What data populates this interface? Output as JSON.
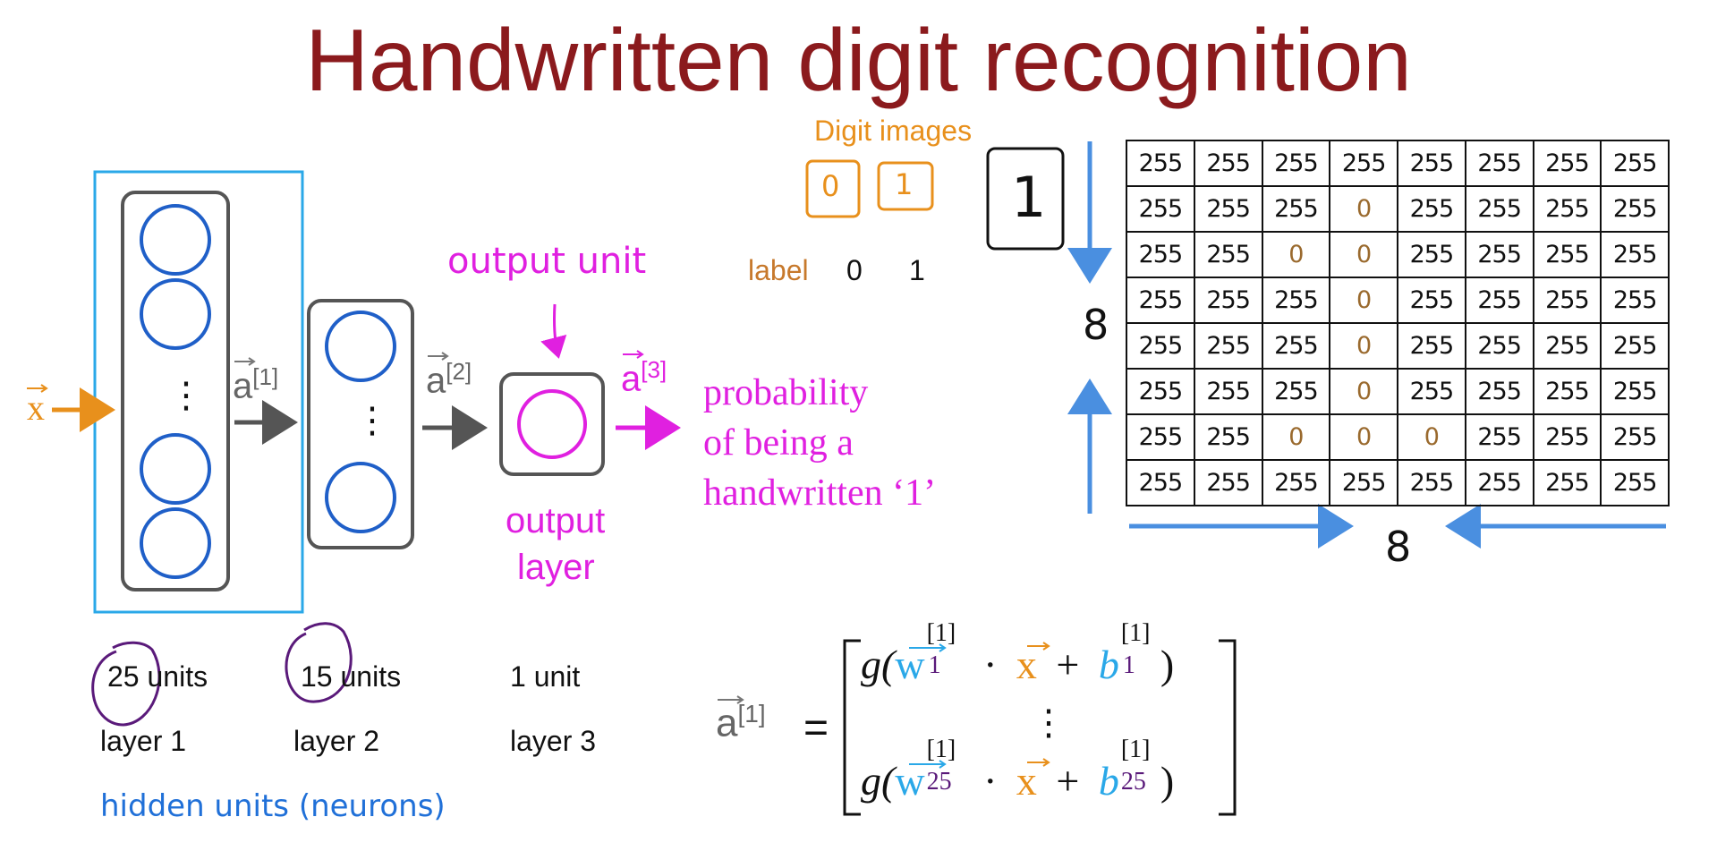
{
  "title": "Handwritten digit recognition",
  "network": {
    "input_label": "x",
    "activations": [
      "a",
      "a",
      "a"
    ],
    "activation_superscripts": [
      "[1]",
      "[2]",
      "[3]"
    ],
    "dots": "⋮",
    "output_unit_label": "output unit",
    "output_layer_label_line1": "output",
    "output_layer_label_line2": "layer",
    "probability_lines": [
      "probability",
      "of being a",
      "handwritten ‘1’"
    ],
    "layers": [
      {
        "units": "25 units",
        "name": "layer 1"
      },
      {
        "units": "15 units",
        "name": "layer 2"
      },
      {
        "units": "1 unit",
        "name": "layer 3"
      }
    ],
    "hidden_note": "hidden units (neurons)"
  },
  "digits": {
    "title": "Digit images",
    "examples": [
      "0",
      "1"
    ],
    "label_word": "label",
    "label_values": [
      "0",
      "1"
    ],
    "sample_digit": "1"
  },
  "pixel_grid": {
    "rows": [
      [
        "255",
        "255",
        "255",
        "255",
        "255",
        "255",
        "255",
        "255"
      ],
      [
        "255",
        "255",
        "255",
        "0",
        "255",
        "255",
        "255",
        "255"
      ],
      [
        "255",
        "255",
        "0",
        "0",
        "255",
        "255",
        "255",
        "255"
      ],
      [
        "255",
        "255",
        "255",
        "0",
        "255",
        "255",
        "255",
        "255"
      ],
      [
        "255",
        "255",
        "255",
        "0",
        "255",
        "255",
        "255",
        "255"
      ],
      [
        "255",
        "255",
        "255",
        "0",
        "255",
        "255",
        "255",
        "255"
      ],
      [
        "255",
        "255",
        "0",
        "0",
        "0",
        "255",
        "255",
        "255"
      ],
      [
        "255",
        "255",
        "255",
        "255",
        "255",
        "255",
        "255",
        "255"
      ]
    ],
    "height_label": "8",
    "width_label": "8"
  },
  "equation": {
    "lhs": "a",
    "lhs_sup": "[1]",
    "equals": "=",
    "row1": {
      "g": "g(",
      "w": "w",
      "w_sup": "[1]",
      "w_sub": "1",
      "dot": "·",
      "x": "x",
      "plus": "+",
      "b": "b",
      "b_sup": "[1]",
      "b_sub": "1",
      "close": ")"
    },
    "vdots": "⋮",
    "row2": {
      "g": "g(",
      "w": "w",
      "w_sup": "[1]",
      "w_sub": "25",
      "dot": "·",
      "x": "x",
      "plus": "+",
      "b": "b",
      "b_sup": "[1]",
      "b_sub": "25",
      "close": ")"
    }
  },
  "colors": {
    "title": "#8b1a1d",
    "input": "#e8901c",
    "neuron": "#1f5fc8",
    "output": "#e020e0",
    "hidden_box": "#2aa8e8",
    "arrow_blue": "#4a8fe0",
    "purple": "#5a1a7a"
  }
}
